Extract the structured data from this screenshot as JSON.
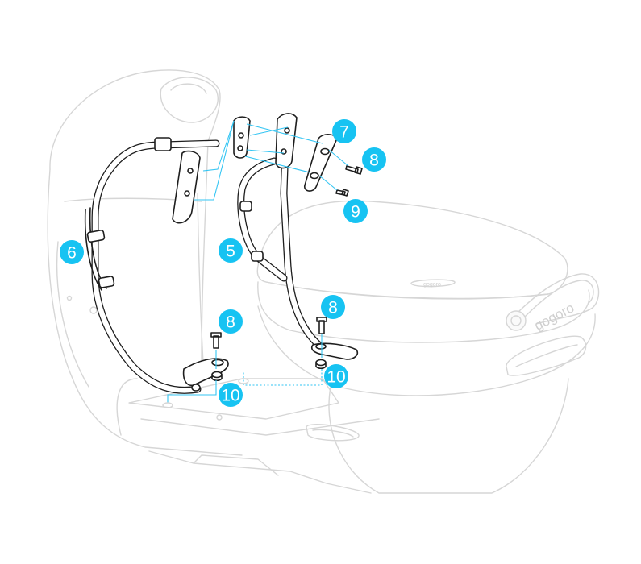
{
  "diagram": {
    "brand_text": "gogoro",
    "highlight_color": "#17c3f2",
    "callouts": [
      {
        "id": "c5",
        "label": "5"
      },
      {
        "id": "c6",
        "label": "6"
      },
      {
        "id": "c7",
        "label": "7"
      },
      {
        "id": "c8a",
        "label": "8"
      },
      {
        "id": "c8b",
        "label": "8"
      },
      {
        "id": "c8c",
        "label": "8"
      },
      {
        "id": "c9",
        "label": "9"
      },
      {
        "id": "c10a",
        "label": "10"
      },
      {
        "id": "c10b",
        "label": "10"
      }
    ]
  }
}
